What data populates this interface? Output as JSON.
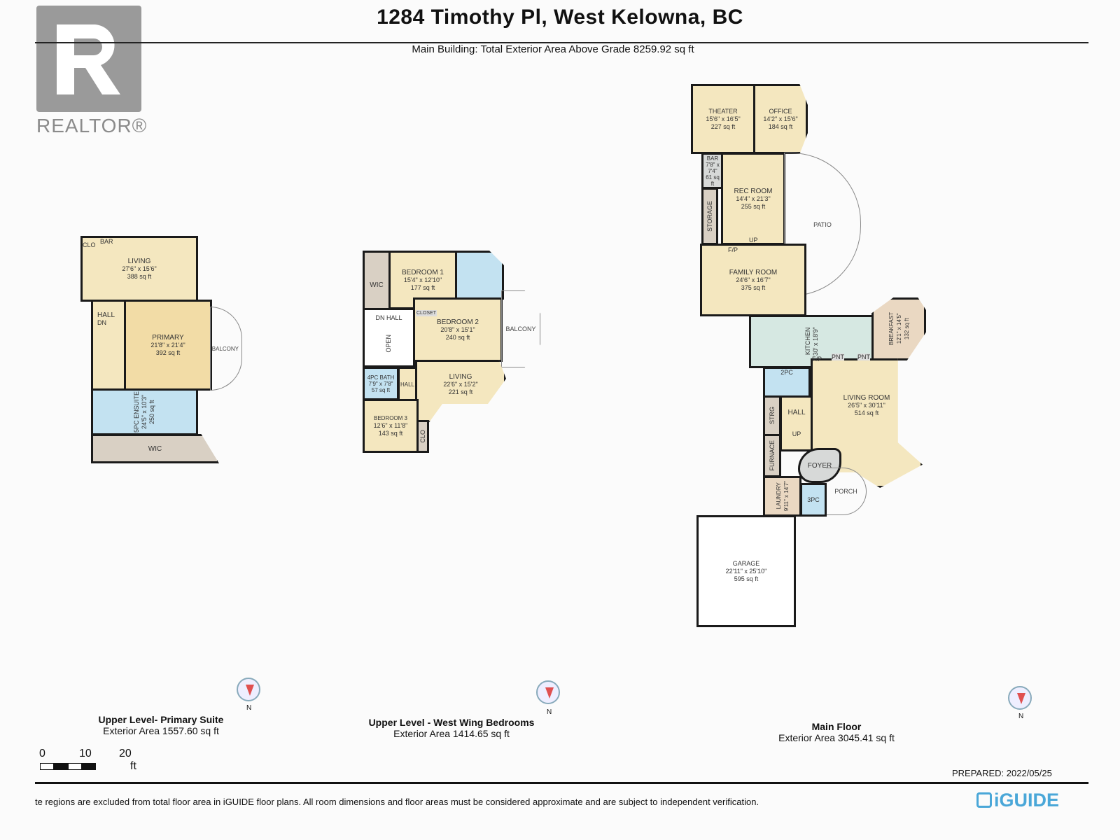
{
  "header": {
    "title": "1284 Timothy Pl, West Kelowna, BC",
    "subtitle": "Main Building: Total Exterior Area Above Grade 8259.92 sq ft"
  },
  "logo": {
    "text": "REALTOR®"
  },
  "levels": [
    {
      "name": "Upper Level- Primary Suite",
      "area": "Exterior Area 1557.60 sq ft",
      "rooms": [
        {
          "name": "LIVING",
          "dims": "27'6\" x 15'6\"",
          "area": "388 sq ft"
        },
        {
          "name": "PRIMARY",
          "dims": "21'8\" x 21'4\"",
          "area": "392 sq ft"
        },
        {
          "name": "5PC ENSUITE",
          "dims": "24'5\" x 10'3\"",
          "area": "250 sq ft"
        }
      ],
      "labels": {
        "bar": "BAR",
        "clo": "CLO",
        "hall": "HALL",
        "dn": "DN",
        "balcony": "BALCONY",
        "wic": "WIC"
      }
    },
    {
      "name": "Upper Level - West Wing Bedrooms",
      "area": "Exterior Area 1414.65 sq ft",
      "rooms": [
        {
          "name": "BEDROOM 1",
          "dims": "15'4\" x 12'10\"",
          "area": "177 sq ft"
        },
        {
          "name": "BEDROOM 2",
          "dims": "20'8\" x 15'1\"",
          "area": "240 sq ft"
        },
        {
          "name": "LIVING",
          "dims": "22'6\" x 15'2\"",
          "area": "221 sq ft"
        },
        {
          "name": "4PC BATH",
          "dims": "7'9\" x 7'8\"",
          "area": "57 sq ft"
        },
        {
          "name": "BEDROOM 3",
          "dims": "12'6\" x 11'8\"",
          "area": "143 sq ft"
        }
      ],
      "labels": {
        "wic": "WIC",
        "dn": "DN",
        "hall": "HALL",
        "closet": "CLOSET",
        "open": "OPEN",
        "balcony": "BALCONY",
        "clo": "CLO"
      }
    },
    {
      "name": "Main Floor",
      "area": "Exterior Area 3045.41 sq ft",
      "rooms": [
        {
          "name": "THEATER",
          "dims": "15'6\" x 16'5\"",
          "area": "227 sq ft"
        },
        {
          "name": "OFFICE",
          "dims": "14'2\" x 15'6\"",
          "area": "184 sq ft"
        },
        {
          "name": "BAR",
          "dims": "7'8\" x 7'4\"",
          "area": "61 sq ft"
        },
        {
          "name": "REC ROOM",
          "dims": "14'4\" x 21'3\"",
          "area": "255 sq ft"
        },
        {
          "name": "FAMILY ROOM",
          "dims": "24'6\" x 16'7\"",
          "area": "375 sq ft"
        },
        {
          "name": "KITCHEN",
          "dims": "30' x 18'9\""
        },
        {
          "name": "BREAKFAST",
          "dims": "12'1\" x 14'5\"",
          "area": "132 sq ft"
        },
        {
          "name": "LIVING ROOM",
          "dims": "26'5\" x 30'11\"",
          "area": "514 sq ft"
        },
        {
          "name": "LAUNDRY",
          "dims": "9'11\" x 14'7\""
        },
        {
          "name": "GARAGE",
          "dims": "22'11\" x 25'10\"",
          "area": "595 sq ft"
        }
      ],
      "labels": {
        "storage": "STORAGE",
        "up": "UP",
        "fp": "F/P",
        "patio": "PATIO",
        "pnt": "PNT",
        "twopc": "2PC",
        "strg": "STRG",
        "hall": "HALL",
        "furnace": "FURNACE",
        "foyer": "FOYER",
        "porch": "PORCH",
        "threepc": "3PC"
      }
    }
  ],
  "compass": {
    "label": "N"
  },
  "scale": {
    "ticks": [
      "0",
      "10",
      "20"
    ],
    "unit": "ft"
  },
  "footer": {
    "prepared": "PREPARED: 2022/05/25",
    "disclaimer": "te regions are excluded from total floor area in iGUIDE floor plans. All room dimensions and floor areas must be considered approximate and are subject to independent verification.",
    "brand": "iGUIDE"
  },
  "colors": {
    "room": "#f4e7bf",
    "bath": "#c3e2f1",
    "kitchen": "#d6e8e2",
    "brand": "#4aa7d8"
  }
}
